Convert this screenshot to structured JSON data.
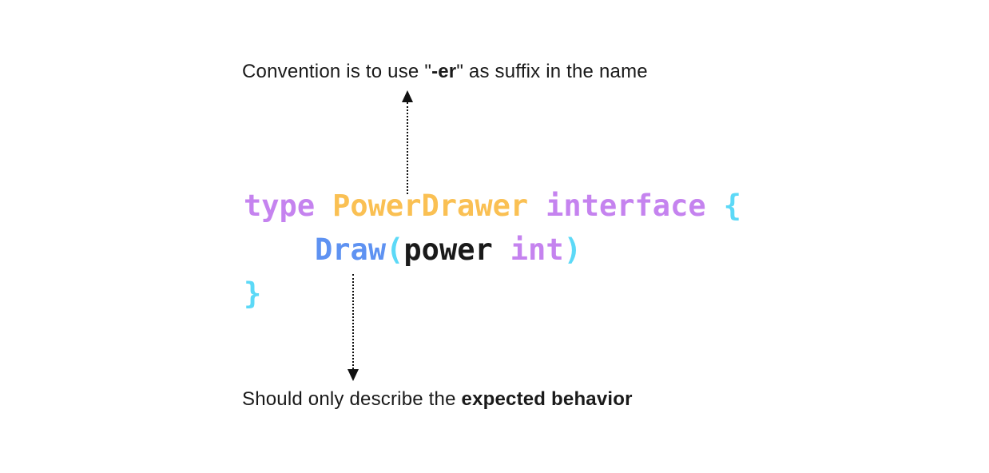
{
  "annotations": {
    "top": {
      "prefix": "Convention is to use \"",
      "bold": "-er",
      "suffix": "\" as suffix in the name"
    },
    "bottom": {
      "prefix": "Should only describe the ",
      "bold": "expected behavior"
    }
  },
  "code": {
    "line1": {
      "keyword_type": "type",
      "type_name": "PowerDrawer",
      "keyword_interface": "interface",
      "open_brace": "{"
    },
    "line2": {
      "method_name": "Draw",
      "open_paren": "(",
      "param_name": "power",
      "param_type": "int",
      "close_paren": ")"
    },
    "line3": {
      "close_brace": "}"
    }
  },
  "icons": {
    "arrow_up": "dotted-arrow-up",
    "arrow_down": "dotted-arrow-down"
  },
  "colors": {
    "keyword": "#c583ef",
    "typename": "#fac053",
    "method": "#5e92f2",
    "brace": "#5cd9f7",
    "param": "#1a1a1a",
    "text": "#1a1a1a",
    "arrow": "#111111"
  }
}
